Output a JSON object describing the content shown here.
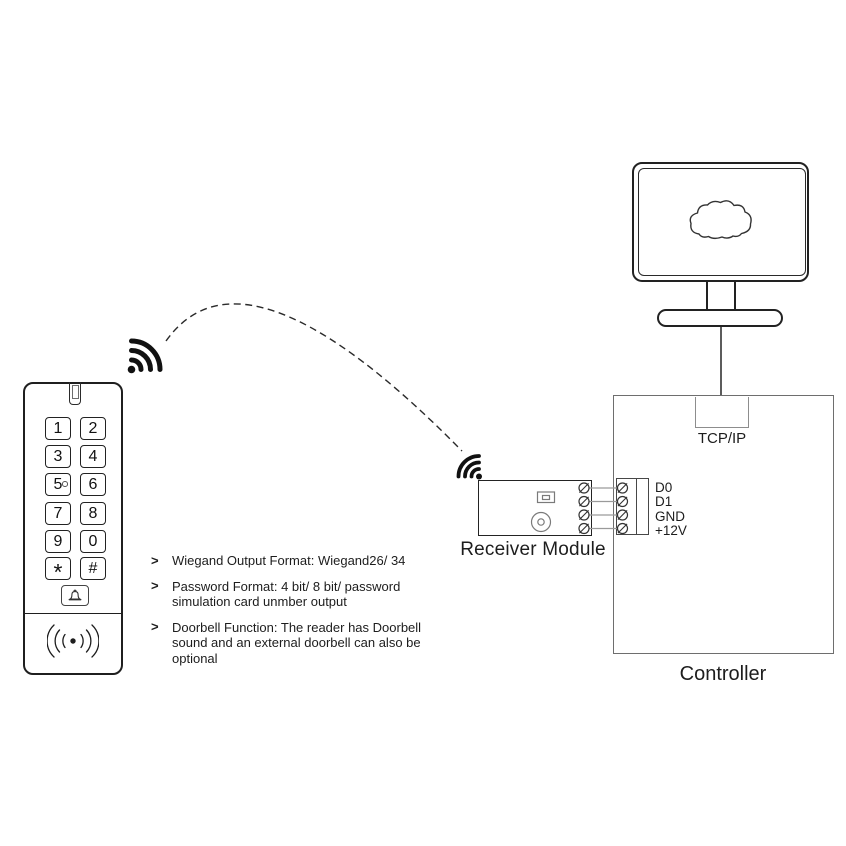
{
  "diagram": {
    "keypad": {
      "keys": [
        "1",
        "2",
        "3",
        "4",
        "5",
        "6",
        "7",
        "8",
        "9",
        "0",
        "*",
        "#"
      ],
      "icons": {
        "doorbell_button": "bell-icon",
        "card_reader": "contactless-reader-icon",
        "signal": "wifi-signal-icon"
      }
    },
    "features": {
      "bullet": ">",
      "items": [
        {
          "text": "Wiegand Output Format: Wiegand26/ 34"
        },
        {
          "text": "Password Format: 4 bit/ 8 bit/ password simulation card unmber output"
        },
        {
          "text": "Doorbell Function: The reader has Doorbell sound and an external doorbell can also be optional"
        }
      ]
    },
    "receiver": {
      "label": "Receiver Module",
      "icon": "wifi-signal-icon"
    },
    "controller": {
      "label": "Controller",
      "port_label": "TCP/IP",
      "terminals": [
        "D0",
        "D1",
        "GND",
        "+12V"
      ]
    },
    "pc": {
      "icon": "cloud-icon"
    },
    "colors": {
      "ink": "#1d1d1d",
      "gray_line": "#8d8d8d",
      "wire": "#9a9a9a"
    }
  }
}
